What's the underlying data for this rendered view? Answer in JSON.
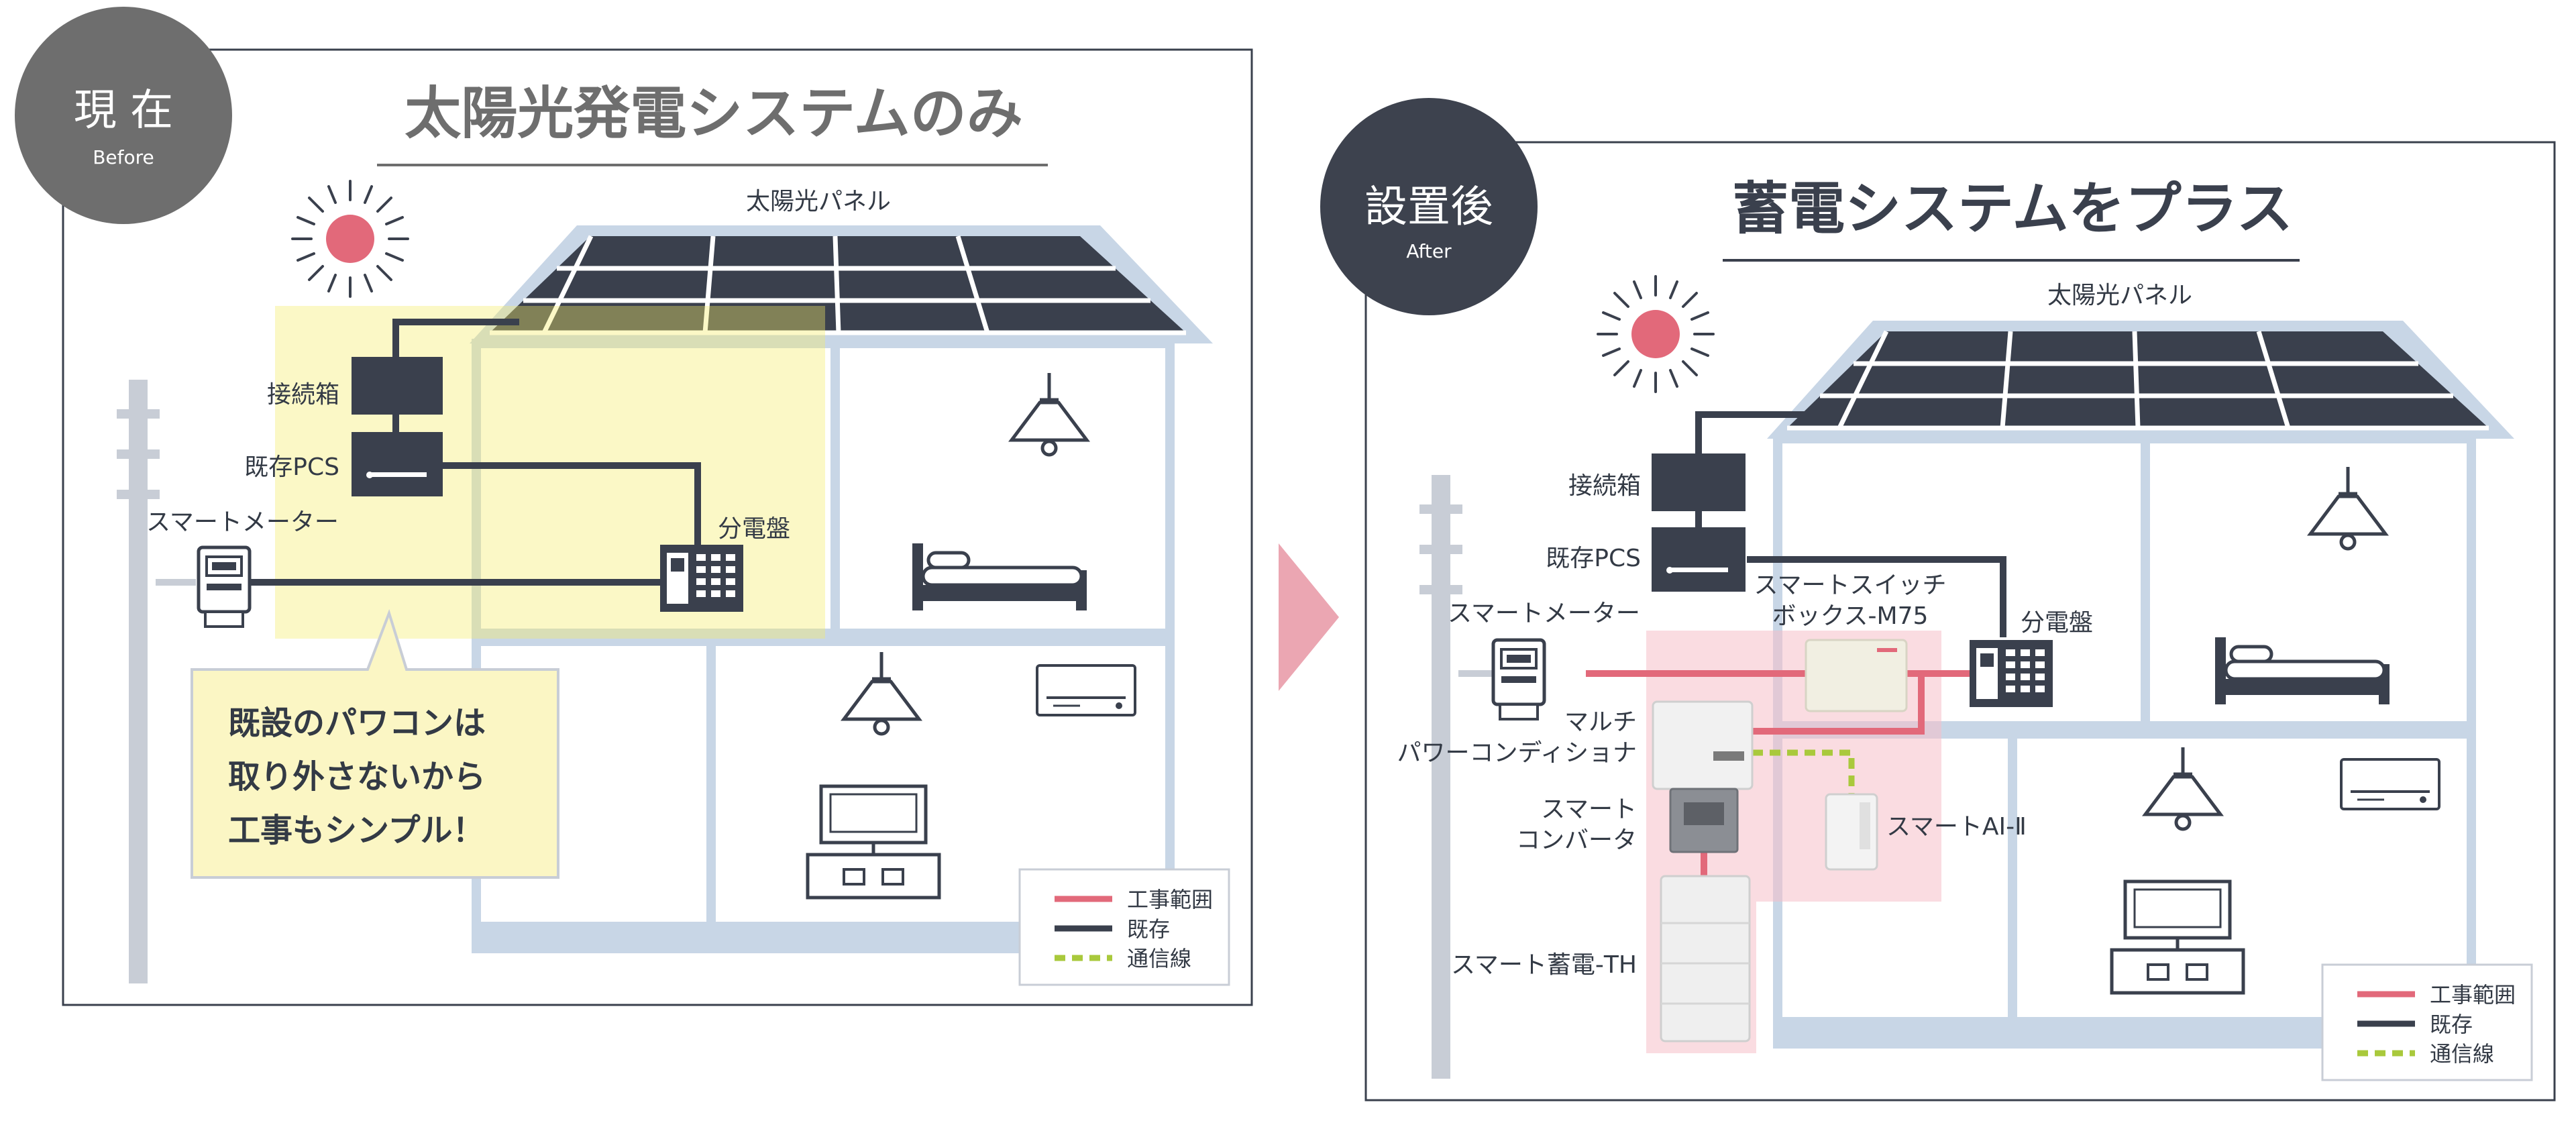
{
  "colors": {
    "accent": "#e2697a",
    "dark": "#3a404d",
    "house": "#c8d6e6",
    "yellow_zone": "#fbf6b6",
    "pink_zone": "#f8dde1",
    "comm_line": "#a9c93c",
    "badge_before": "#6e6e6e",
    "badge_after": "#3d424e"
  },
  "before": {
    "badge": {
      "main": "現 在",
      "sub": "Before"
    },
    "title": "太陽光発電システムのみ",
    "labels": {
      "solar_panel": "太陽光パネル",
      "junction_box": "接続箱",
      "pcs": "既存PCS",
      "smart_meter": "スマートメーター",
      "distribution_board": "分電盤"
    },
    "callout": [
      "既設のパワコンは",
      "取り外さないから",
      "工事もシンプル！"
    ],
    "legend": [
      "工事範囲",
      "既存",
      "通信線"
    ]
  },
  "after": {
    "badge": {
      "main": "設置後",
      "sub": "After"
    },
    "title": "蓄電システムをプラス",
    "labels": {
      "solar_panel": "太陽光パネル",
      "junction_box": "接続箱",
      "pcs": "既存PCS",
      "smart_meter": "スマートメーター",
      "distribution_board": "分電盤",
      "smart_switch": [
        "スマートスイッチ",
        "ボックス-M75"
      ],
      "multi_conditioner": [
        "マルチ",
        "パワーコンディショナ"
      ],
      "smart_converter": [
        "スマート",
        "コンバータ"
      ],
      "smart_ai": "スマートAI-Ⅱ",
      "smart_battery": "スマート蓄電-TH"
    },
    "legend": [
      "工事範囲",
      "既存",
      "通信線"
    ]
  }
}
